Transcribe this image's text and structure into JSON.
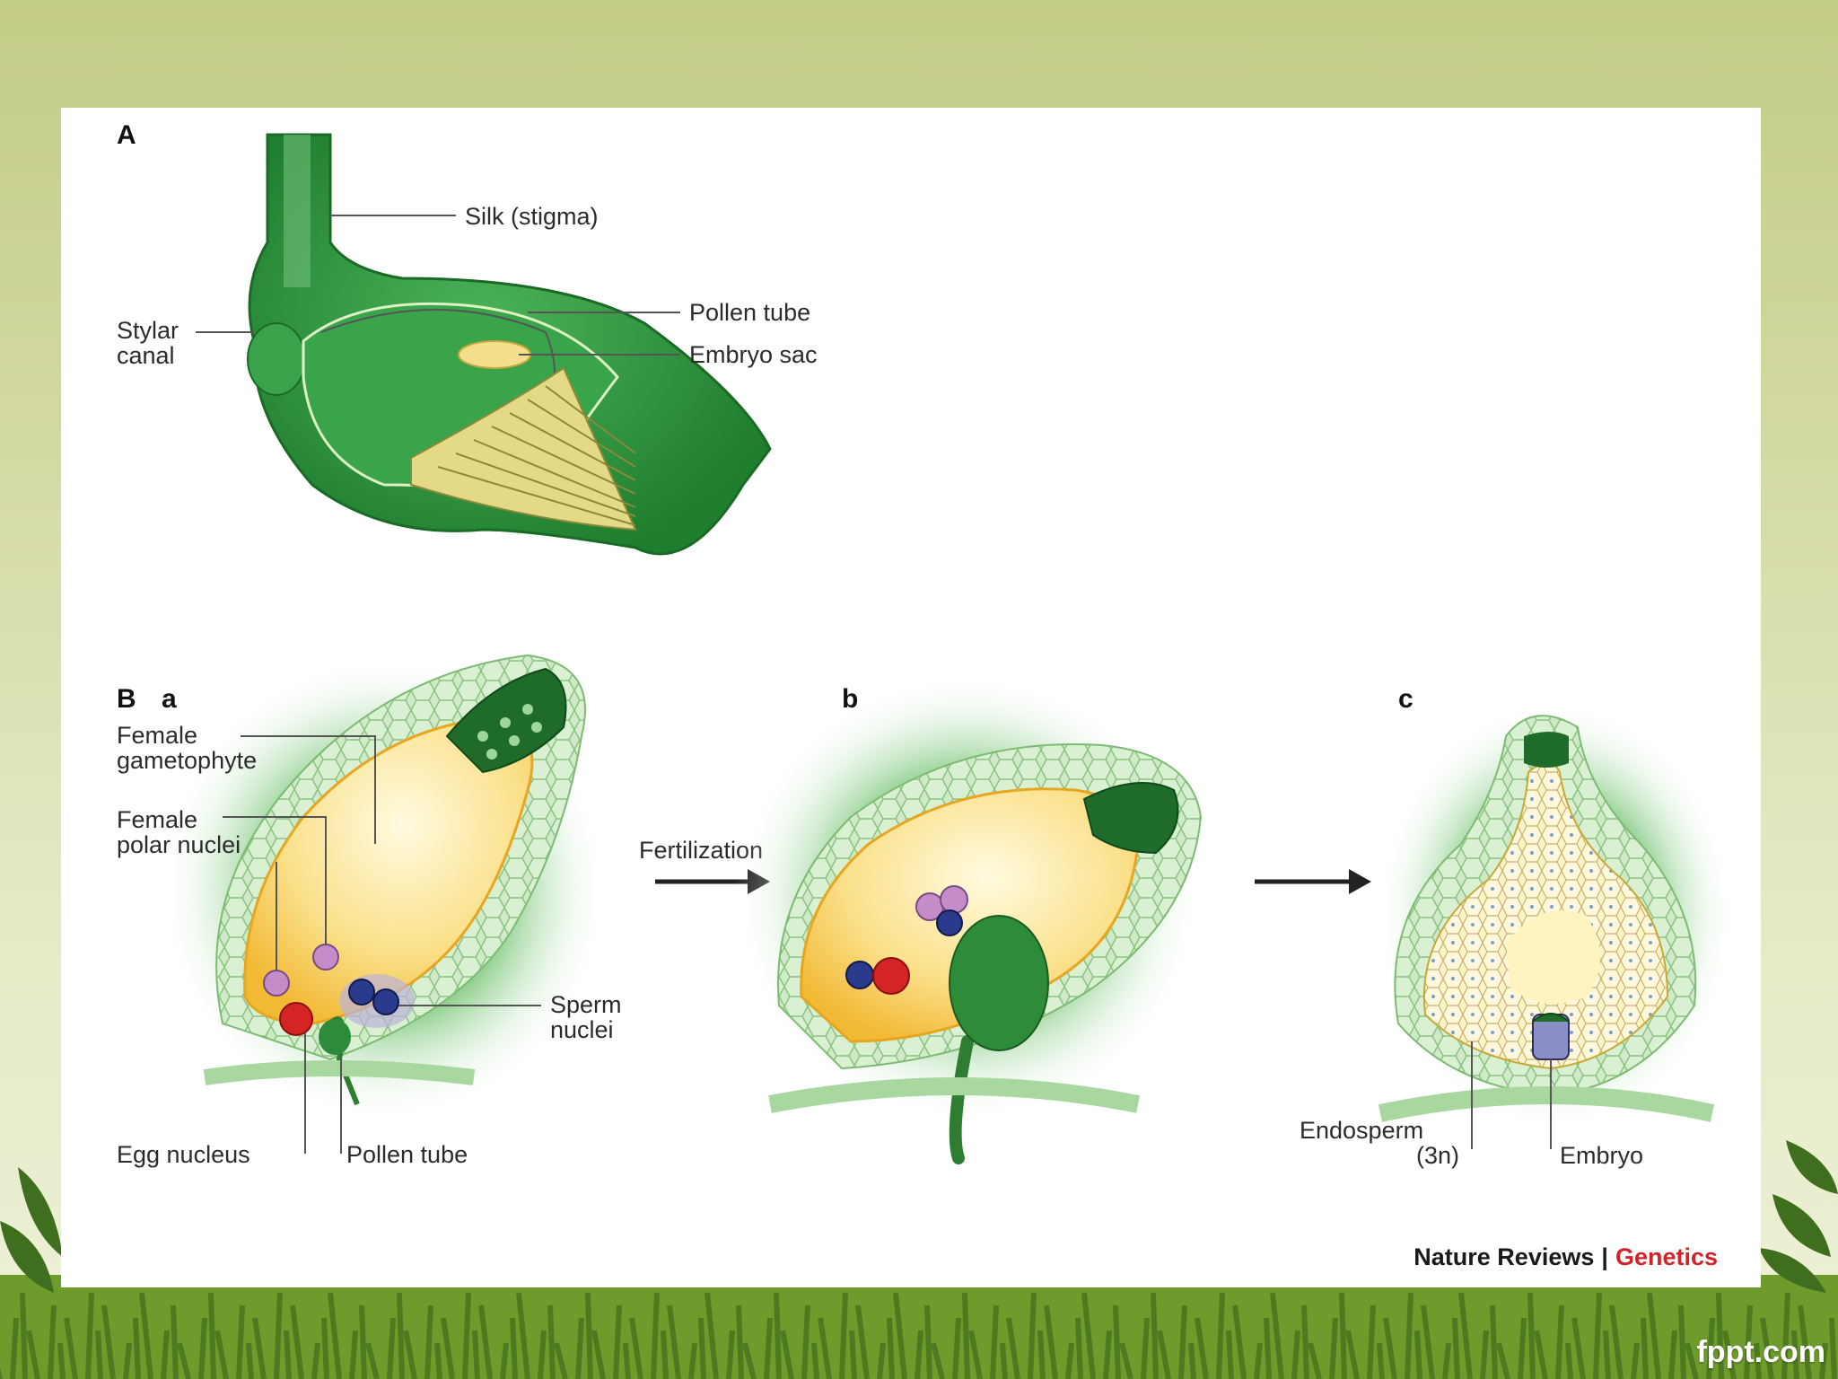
{
  "panels": {
    "A": {
      "label": "A",
      "silk_label": "Silk (stigma)",
      "stylar_canal_label_1": "Stylar",
      "stylar_canal_label_2": "canal",
      "pollen_tube_label": "Pollen tube",
      "embryo_sac_label": "Embryo sac"
    },
    "B": {
      "label": "B",
      "a": {
        "label": "a",
        "female_gametophyte_1": "Female",
        "female_gametophyte_2": "gametophyte",
        "polar_nuclei_1": "Female",
        "polar_nuclei_2": "polar nuclei",
        "sperm_nuclei_1": "Sperm",
        "sperm_nuclei_2": "nuclei",
        "egg_nucleus": "Egg nucleus",
        "pollen_tube": "Pollen tube"
      },
      "arrow1_label": "Fertilization",
      "b": {
        "label": "b"
      },
      "c": {
        "label": "c",
        "endosperm_1": "Endosperm",
        "endosperm_2": "(3n)",
        "embryo": "Embryo"
      }
    }
  },
  "credit": {
    "publisher": "Nature Reviews",
    "separator": "|",
    "journal": "Genetics"
  },
  "watermark": "fppt.com",
  "colors": {
    "plant_green": "#2e9a3e",
    "sac_yellow": "#f5c94a",
    "egg_red": "#d42424",
    "sperm_blue": "#2a3a8c",
    "polar_pink": "#c48cc8",
    "journal_red": "#d2232a"
  }
}
